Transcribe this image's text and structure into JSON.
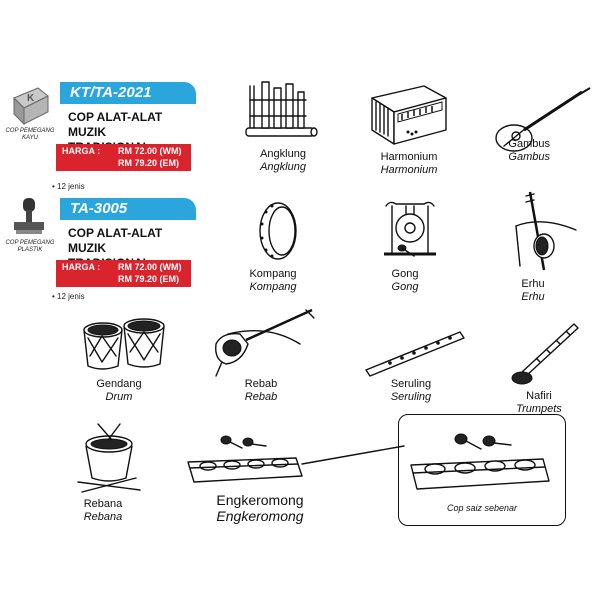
{
  "products": [
    {
      "code": "KT/TA-2021",
      "title_line1": "COP ALAT-ALAT MUZIK",
      "title_line2": "TRADISIONAL",
      "price_label": "HARGA :",
      "price_wm": "RM 72.00 (WM)",
      "price_em": "RM 79.20 (EM)",
      "count": "• 12 jenis",
      "holder_line1": "COP PEMEGANG",
      "holder_line2": "KAYU"
    },
    {
      "code": "TA-3005",
      "title_line1": "COP ALAT-ALAT MUZIK",
      "title_line2": "TRADISIONAL",
      "price_label": "HARGA :",
      "price_wm": "RM 72.00 (WM)",
      "price_em": "RM 79.20 (EM)",
      "count": "• 12 jenis",
      "holder_line1": "COP PEMEGANG",
      "holder_line2": "PLASTIK"
    }
  ],
  "instruments": {
    "angklung": {
      "name": "Angklung",
      "translation": "Angklung",
      "icon": "angklung-icon"
    },
    "harmonium": {
      "name": "Harmonium",
      "translation": "Harmonium",
      "icon": "harmonium-icon"
    },
    "gambus": {
      "name": "Gambus",
      "translation": "Gambus",
      "icon": "gambus-icon"
    },
    "kompang": {
      "name": "Kompang",
      "translation": "Kompang",
      "icon": "kompang-icon"
    },
    "gong": {
      "name": "Gong",
      "translation": "Gong",
      "icon": "gong-icon"
    },
    "erhu": {
      "name": "Erhu",
      "translation": "Erhu",
      "icon": "erhu-icon"
    },
    "gendang": {
      "name": "Gendang",
      "translation": "Drum",
      "icon": "drum-icon"
    },
    "rebab": {
      "name": "Rebab",
      "translation": "Rebab",
      "icon": "rebab-icon"
    },
    "seruling": {
      "name": "Seruling",
      "translation": "Seruling",
      "icon": "flute-icon"
    },
    "nafiri": {
      "name": "Nafiri",
      "translation": "Trumpets",
      "icon": "trumpet-icon"
    },
    "rebana": {
      "name": "Rebana",
      "translation": "Rebana",
      "icon": "rebana-icon"
    },
    "engkeromong": {
      "name": "Engkeromong",
      "translation": "Engkeromong",
      "icon": "engkeromong-icon"
    }
  },
  "actual_size_note": "Cop saiz sebenar",
  "colors": {
    "banner_blue": "#2aa6dc",
    "price_red": "#d9232d"
  }
}
